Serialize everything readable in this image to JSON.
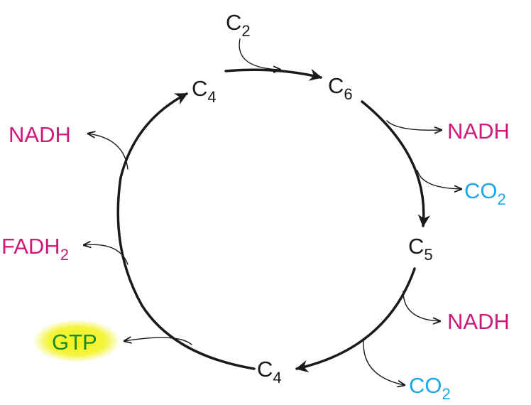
{
  "colors": {
    "carbon": "#1a1a1a",
    "energy_carrier": "#d0197a",
    "co2": "#1aa8e6",
    "gtp": "#1f8a2a",
    "gtp_glow": "#f2f21a"
  },
  "intermediates": {
    "c2": {
      "base": "C",
      "sub": "2"
    },
    "c4_top": {
      "base": "C",
      "sub": "4"
    },
    "c6": {
      "base": "C",
      "sub": "6"
    },
    "c5": {
      "base": "C",
      "sub": "5"
    },
    "c4_bottom": {
      "base": "C",
      "sub": "4"
    }
  },
  "products": {
    "nadh_1": "NADH",
    "co2_1": {
      "base": "CO",
      "sub": "2"
    },
    "nadh_2": "NADH",
    "co2_2": {
      "base": "CO",
      "sub": "2"
    },
    "gtp": "GTP",
    "fadh2": {
      "base": "FADH",
      "sub": "2"
    },
    "nadh_3": "NADH"
  }
}
